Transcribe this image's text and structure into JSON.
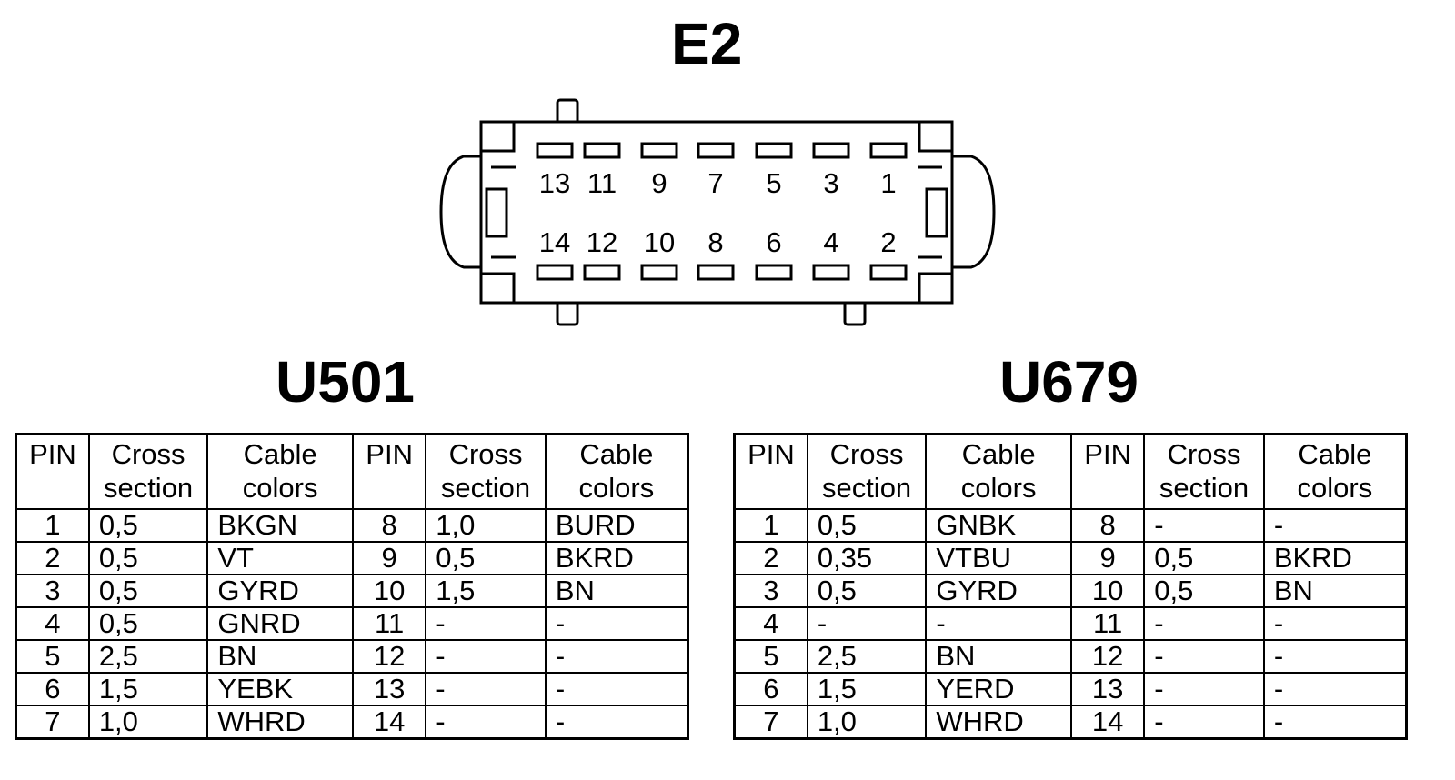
{
  "connector": {
    "title": "E2",
    "top_row_pins": [
      "13",
      "11",
      "9",
      "7",
      "5",
      "3",
      "1"
    ],
    "bottom_row_pins": [
      "14",
      "12",
      "10",
      "8",
      "6",
      "4",
      "2"
    ]
  },
  "tables": [
    {
      "title": "U501",
      "headers": [
        "PIN",
        "Cross section",
        "Cable colors",
        "PIN",
        "Cross section",
        "Cable colors"
      ],
      "rows": [
        [
          "1",
          "0,5",
          "BKGN",
          "8",
          "1,0",
          "BURD"
        ],
        [
          "2",
          "0,5",
          "VT",
          "9",
          "0,5",
          "BKRD"
        ],
        [
          "3",
          "0,5",
          "GYRD",
          "10",
          "1,5",
          "BN"
        ],
        [
          "4",
          "0,5",
          "GNRD",
          "11",
          "-",
          "-"
        ],
        [
          "5",
          "2,5",
          "BN",
          "12",
          "-",
          "-"
        ],
        [
          "6",
          "1,5",
          "YEBK",
          "13",
          "-",
          "-"
        ],
        [
          "7",
          "1,0",
          "WHRD",
          "14",
          "-",
          "-"
        ]
      ]
    },
    {
      "title": "U679",
      "headers": [
        "PIN",
        "Cross section",
        "Cable colors",
        "PIN",
        "Cross section",
        "Cable colors"
      ],
      "rows": [
        [
          "1",
          "0,5",
          "GNBK",
          "8",
          "-",
          "-"
        ],
        [
          "2",
          "0,35",
          "VTBU",
          "9",
          "0,5",
          "BKRD"
        ],
        [
          "3",
          "0,5",
          "GYRD",
          "10",
          "0,5",
          "BN"
        ],
        [
          "4",
          "-",
          "-",
          "11",
          "-",
          "-"
        ],
        [
          "5",
          "2,5",
          "BN",
          "12",
          "-",
          "-"
        ],
        [
          "6",
          "1,5",
          "YERD",
          "13",
          "-",
          "-"
        ],
        [
          "7",
          "1,0",
          "WHRD",
          "14",
          "-",
          "-"
        ]
      ]
    }
  ]
}
